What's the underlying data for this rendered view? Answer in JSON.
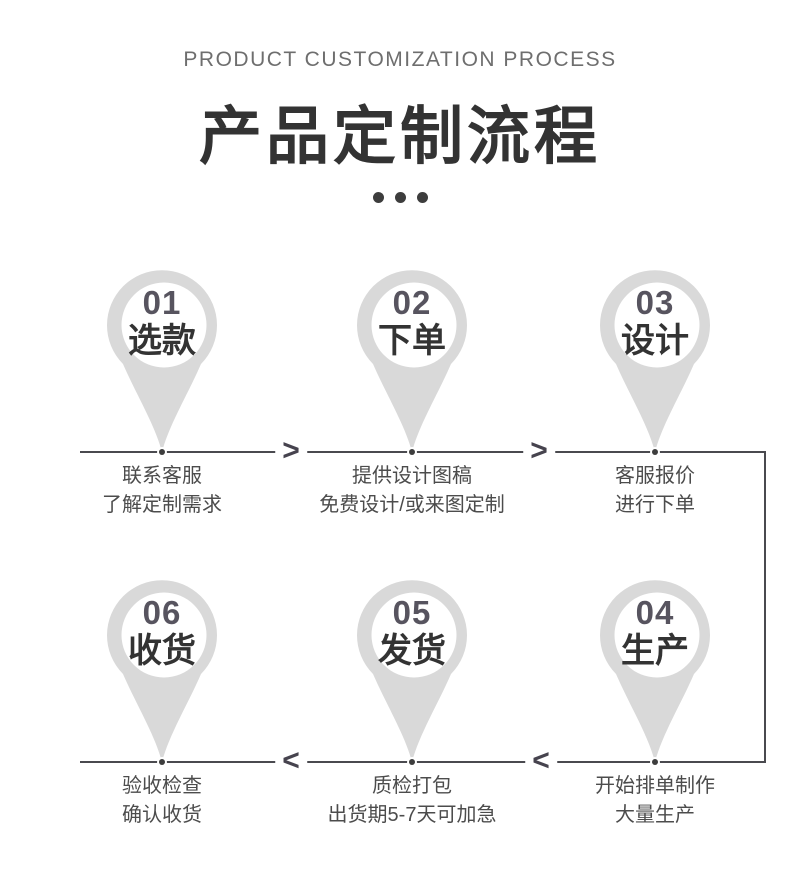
{
  "header": {
    "subtitle": "PRODUCT CUSTOMIZATION PROCESS",
    "title": "产品定制流程"
  },
  "flow": {
    "row1_arrow": ">",
    "row2_arrow": "<",
    "steps": [
      {
        "number": "01",
        "label": "选款",
        "desc_line1": "联系客服",
        "desc_line2": "了解定制需求"
      },
      {
        "number": "02",
        "label": "下单",
        "desc_line1": "提供设计图稿",
        "desc_line2": "免费设计/或来图定制"
      },
      {
        "number": "03",
        "label": "设计",
        "desc_line1": "客服报价",
        "desc_line2": "进行下单"
      },
      {
        "number": "04",
        "label": "生产",
        "desc_line1": "开始排单制作",
        "desc_line2": "大量生产"
      },
      {
        "number": "05",
        "label": "发货",
        "desc_line1": "质检打包",
        "desc_line2": "出货期5-7天可加急"
      },
      {
        "number": "06",
        "label": "收货",
        "desc_line1": "验收检查",
        "desc_line2": "确认收货"
      }
    ]
  },
  "colors": {
    "pin_fill": "#d9d9d9",
    "pin_inner": "#ffffff",
    "line": "#4a4a4f",
    "arrow": "#46434e",
    "number_text": "#57545f",
    "label_text": "#333333",
    "desc_text": "#4c4c4c",
    "title_text": "#333333",
    "subtitle_text": "#6e6e6e"
  }
}
